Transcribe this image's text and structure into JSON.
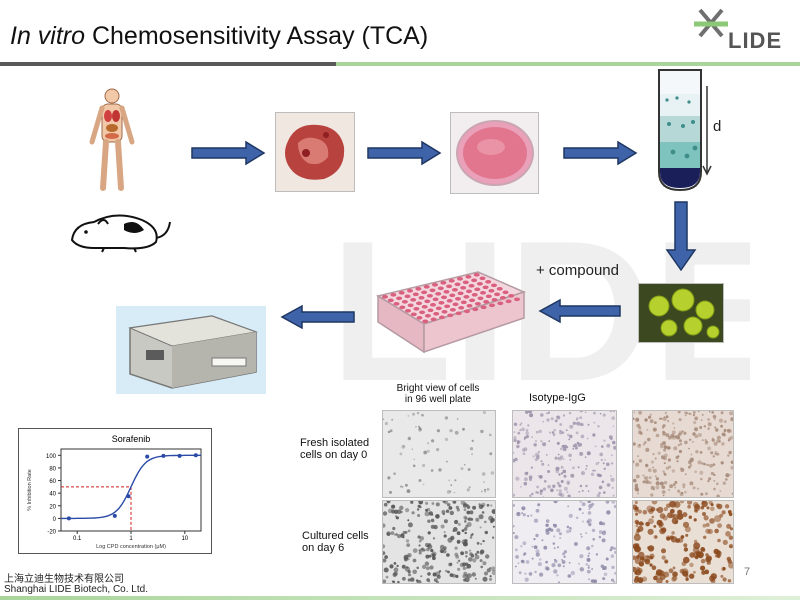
{
  "slide": {
    "title_italic": "In vitro",
    "title_rest": " Chemosensitivity Assay (TCA)",
    "logo_text": "LIDE",
    "compound_label": "+ compound",
    "tube_label": "d",
    "bright_view_label_line1": "Bright view of cells",
    "bright_view_label_line2": "in 96 well plate",
    "isotype_label": "Isotype-IgG",
    "row1_label_line1": "Fresh isolated",
    "row1_label_line2": "cells on day 0",
    "row2_label_line1": "Cultured cells",
    "row2_label_line2": "on day 6",
    "footer_cn": "上海立迪生物技术有限公司",
    "footer_en": "Shanghai LIDE Biotech, Co. Ltd.",
    "page_number": "7"
  },
  "colors": {
    "arrow_blue": "#3f63a8",
    "arrow_dark": "#1f3763",
    "curve_blue": "#2a4aa6",
    "dash_red": "#d02020",
    "accent_green": "#a9d59a"
  },
  "chart_data": {
    "type": "line",
    "title": "Sorafenib",
    "xlabel": "Log CPD concentration (μM)",
    "ylabel": "% Inhibition Rate",
    "x_scale": "log",
    "xlim": [
      0.05,
      20
    ],
    "ylim": [
      -20,
      110
    ],
    "x_tick_labels": [
      "0.1",
      "1",
      "10"
    ],
    "y_tick_labels": [
      "-20",
      "0",
      "20",
      "40",
      "60",
      "80",
      "100"
    ],
    "series": [
      {
        "points": [
          {
            "x": 0.07,
            "y": 0
          },
          {
            "x": 0.5,
            "y": 4
          },
          {
            "x": 0.9,
            "y": 35
          },
          {
            "x": 2,
            "y": 98
          },
          {
            "x": 4,
            "y": 99
          },
          {
            "x": 8,
            "y": 99
          },
          {
            "x": 16,
            "y": 100
          }
        ]
      }
    ],
    "reference": {
      "x": 1.0,
      "y": 50
    }
  }
}
